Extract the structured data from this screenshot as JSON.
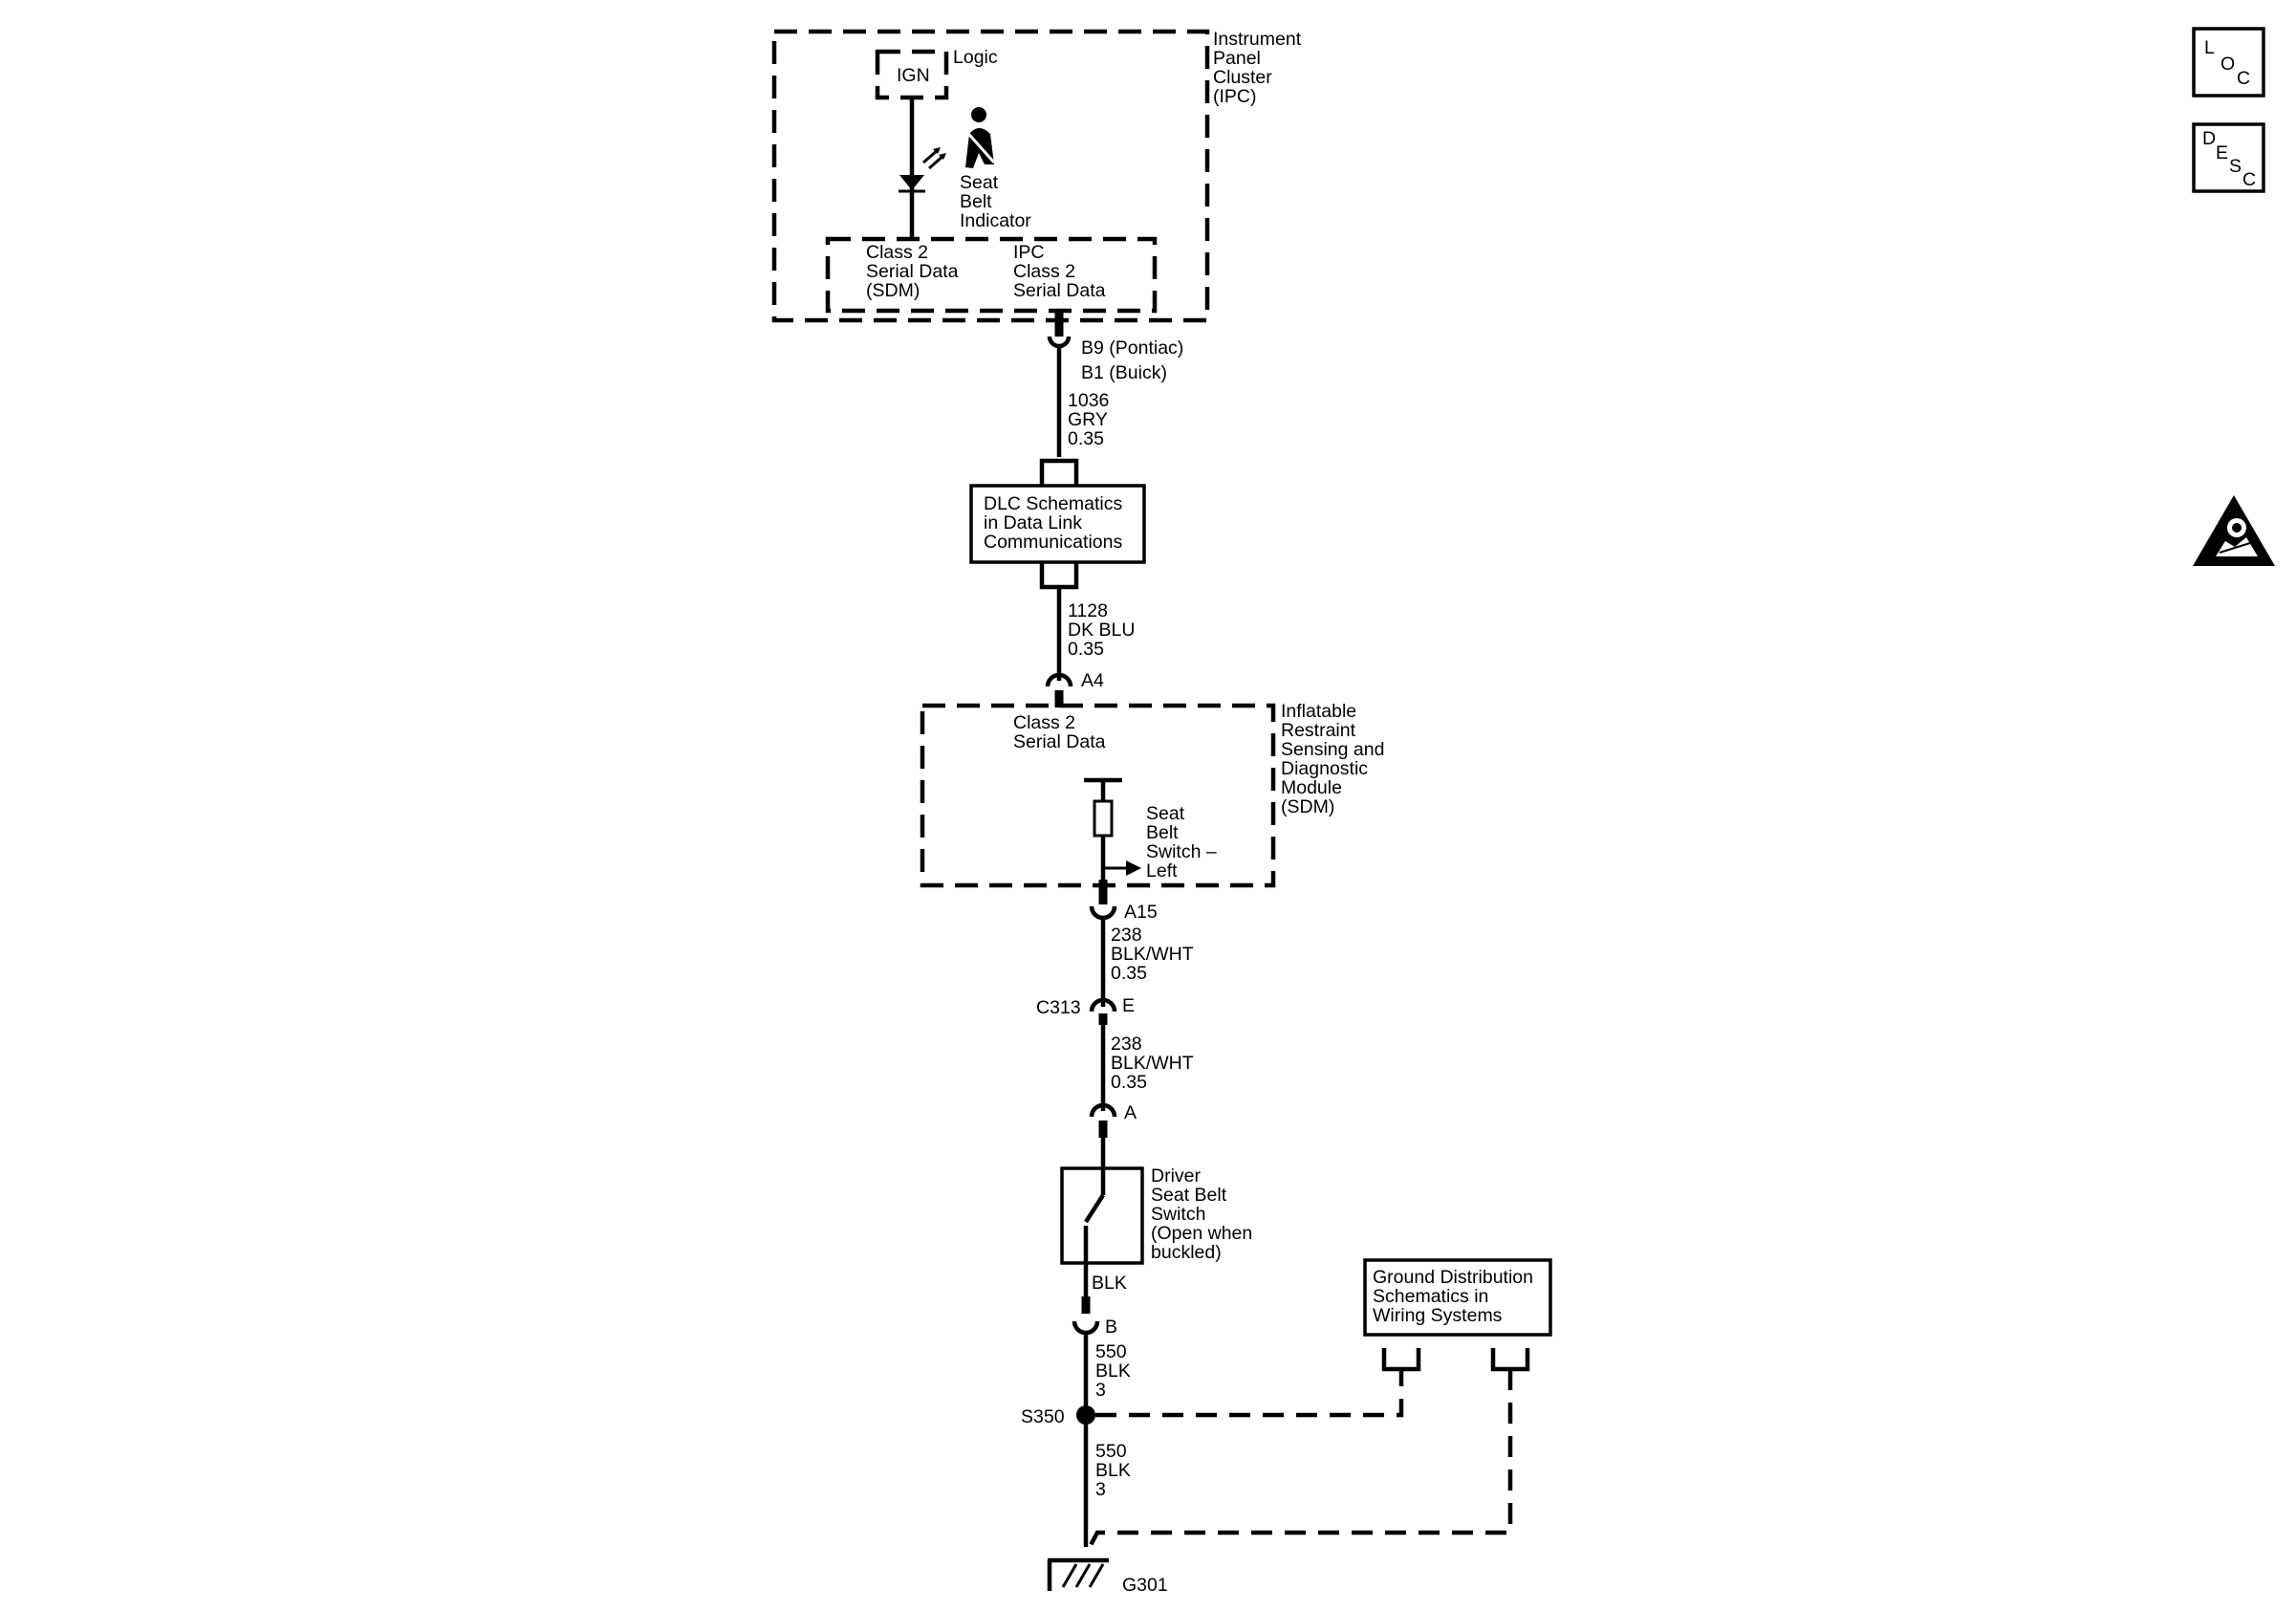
{
  "ipc": {
    "title": [
      "Instrument",
      "Panel",
      "Cluster",
      "(IPC)"
    ],
    "ign": "IGN",
    "logic": "Logic",
    "indicator": [
      "Seat",
      "Belt",
      "Indicator"
    ],
    "class2_sdm": [
      "Class 2",
      "Serial Data",
      "(SDM)"
    ],
    "class2_ipc": [
      "IPC",
      "Class 2",
      "Serial Data"
    ]
  },
  "conn_ipc": [
    "B9 (Pontiac)",
    "B1 (Buick)"
  ],
  "wire_1036": [
    "1036",
    "GRY",
    "0.35"
  ],
  "dlc": [
    "DLC Schematics",
    "in Data Link",
    "Communications"
  ],
  "wire_1128": [
    "1128",
    "DK BLU",
    "0.35"
  ],
  "conn_a4": "A4",
  "sdm": {
    "title": [
      "Inflatable",
      "Restraint",
      "Sensing and",
      "Diagnostic",
      "Module",
      "(SDM)"
    ],
    "class2": [
      "Class 2",
      "Serial Data"
    ],
    "switch": [
      "Seat",
      "Belt",
      "Switch –",
      "Left"
    ]
  },
  "conn_a15": "A15",
  "wire_238a": [
    "238",
    "BLK/WHT",
    "0.35"
  ],
  "c313": {
    "name": "C313",
    "pin": "E"
  },
  "wire_238b": [
    "238",
    "BLK/WHT",
    "0.35"
  ],
  "conn_a": "A",
  "driver_switch": [
    "Driver",
    "Seat Belt",
    "Switch",
    "(Open when",
    "buckled)"
  ],
  "blk": "BLK",
  "conn_b": "B",
  "wire_550a": [
    "550",
    "BLK",
    "3"
  ],
  "s350": "S350",
  "wire_550b": [
    "550",
    "BLK",
    "3"
  ],
  "g301": "G301",
  "ground_dist": [
    "Ground Distribution",
    "Schematics in",
    "Wiring Systems"
  ],
  "side": {
    "loc": [
      "L",
      "O",
      "C"
    ],
    "desc": [
      "D",
      "E",
      "S",
      "C"
    ],
    "warning_icon": "airbag-warning-icon"
  }
}
